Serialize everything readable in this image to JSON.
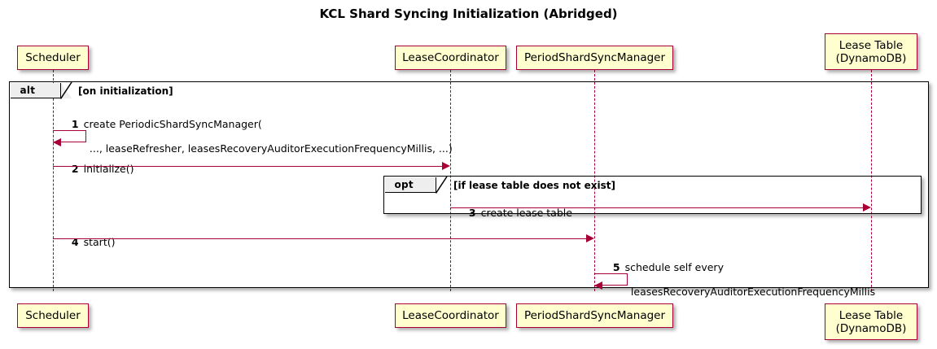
{
  "diagram": {
    "title": "KCL Shard Syncing Initialization (Abridged)",
    "type": "sequence-diagram"
  },
  "participants": [
    {
      "id": "scheduler",
      "label": "Scheduler",
      "label_lines": [
        "Scheduler"
      ]
    },
    {
      "id": "lease-coordinator",
      "label": "LeaseCoordinator",
      "label_lines": [
        "LeaseCoordinator"
      ]
    },
    {
      "id": "period-shard-sync-manager",
      "label": "PeriodShardSyncManager",
      "label_lines": [
        "PeriodShardSyncManager"
      ]
    },
    {
      "id": "lease-table",
      "label": "Lease Table (DynamoDB)",
      "label_lines": [
        "Lease Table",
        "(DynamoDB)"
      ]
    }
  ],
  "fragments": [
    {
      "id": "alt",
      "kind": "alt",
      "condition": "[on initialization]"
    },
    {
      "id": "opt",
      "kind": "opt",
      "condition": "[if lease table does not exist]"
    }
  ],
  "messages": [
    {
      "num": "1",
      "from": "scheduler",
      "to": "scheduler",
      "kind": "self",
      "text_lines": [
        "create PeriodicShardSyncManager(",
        "..., leaseRefresher, leasesRecoveryAuditorExecutionFrequencyMillis, ...)"
      ]
    },
    {
      "num": "2",
      "from": "scheduler",
      "to": "lease-coordinator",
      "kind": "call",
      "text_lines": [
        "initialize()"
      ]
    },
    {
      "num": "3",
      "from": "lease-coordinator",
      "to": "lease-table",
      "kind": "call",
      "text_lines": [
        "create lease table"
      ]
    },
    {
      "num": "4",
      "from": "scheduler",
      "to": "period-shard-sync-manager",
      "kind": "call",
      "text_lines": [
        "start()"
      ]
    },
    {
      "num": "5",
      "from": "period-shard-sync-manager",
      "to": "period-shard-sync-manager",
      "kind": "self",
      "text_lines": [
        "schedule self every",
        "leasesRecoveryAuditorExecutionFrequencyMillis"
      ]
    }
  ],
  "colors": {
    "participant_fill": "#FEFECE",
    "participant_border": "#A80036",
    "arrow": "#A80036",
    "frame_border": "#000000",
    "frame_label_fill": "#EEEEEE",
    "background": "#FFFFFF",
    "text": "#000000"
  }
}
